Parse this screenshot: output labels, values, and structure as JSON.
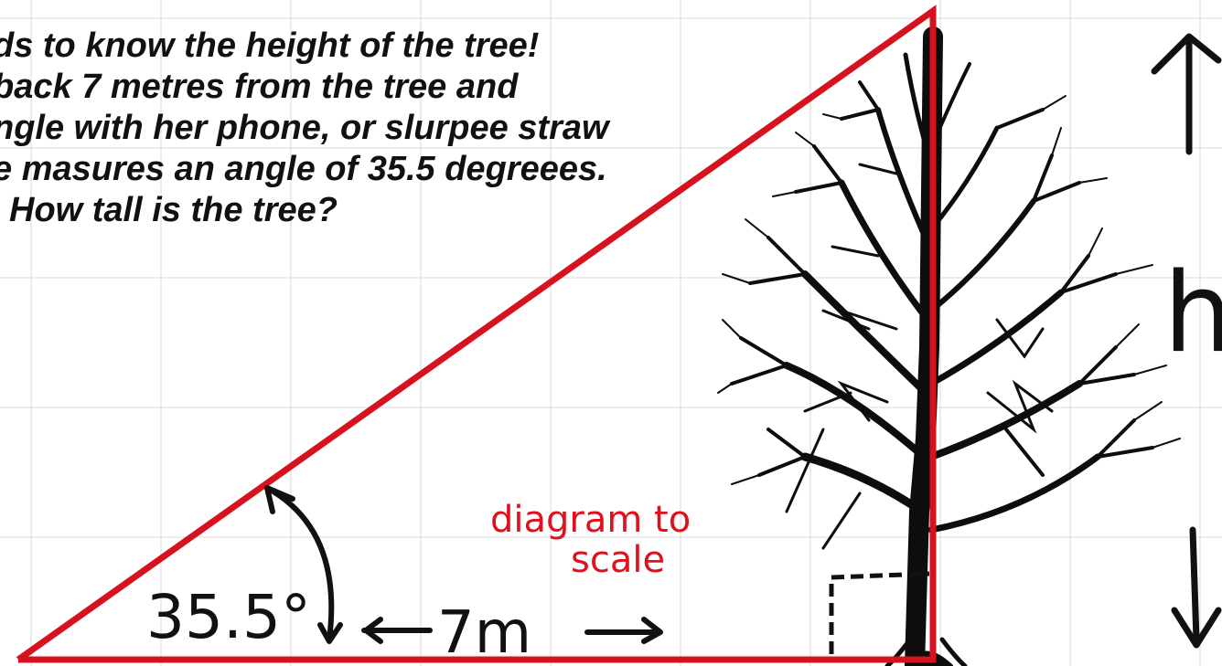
{
  "problem": {
    "lines": [
      "ds to know the height of the tree!",
      "back 7 metres from the tree and",
      "ngle with her phone, or slurpee straw",
      "e masures an angle of 35.5 degreees.",
      "How tall is the tree?"
    ]
  },
  "annotations": {
    "angle_label": "35.5°",
    "distance_label": "7m",
    "diagram_note_line1": "diagram to",
    "diagram_note_line2": "scale",
    "height_label": "h"
  },
  "colors": {
    "triangle": "#d6121f",
    "ink": "#111111",
    "note": "#e0101c",
    "grid": "#d9d9d9",
    "tree": "#0d0d0d"
  },
  "icons": {
    "tree": "tree-silhouette-icon",
    "up_arrow": "up-arrow-icon",
    "down_arrow": "down-arrow-icon",
    "angle_arc": "angle-arc-icon",
    "right_angle": "right-angle-marker"
  }
}
